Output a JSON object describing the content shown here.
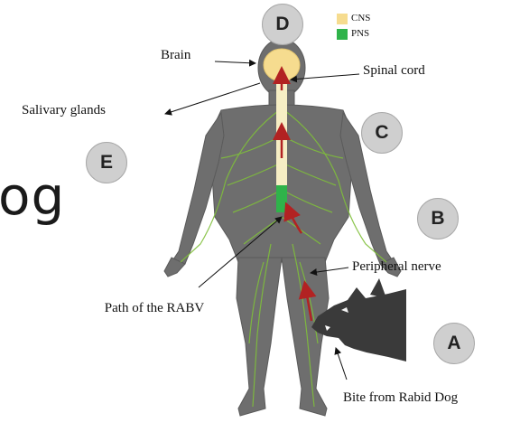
{
  "legend": [
    {
      "label": "CNS",
      "color": "#f6dc8f"
    },
    {
      "label": "PNS",
      "color": "#2fb34a"
    }
  ],
  "labels": {
    "brain": "Brain",
    "spinal_cord": "Spinal cord",
    "salivary_glands": "Salivary glands",
    "peripheral_nerve": "Peripheral nerve",
    "path_of_rabv": "Path of the RABV",
    "bite": "Bite  from Rabid Dog"
  },
  "badges": {
    "a": "A",
    "b": "B",
    "c": "C",
    "d": "D",
    "e": "E"
  },
  "partial_word": "og",
  "colors": {
    "body": "#6e6e6e",
    "nerve": "#7fbf3a",
    "spinal_cord": "#f6eec4",
    "brain": "#f6dc8f",
    "virus_path": "#b22222",
    "dog": "#3a3a3a"
  }
}
